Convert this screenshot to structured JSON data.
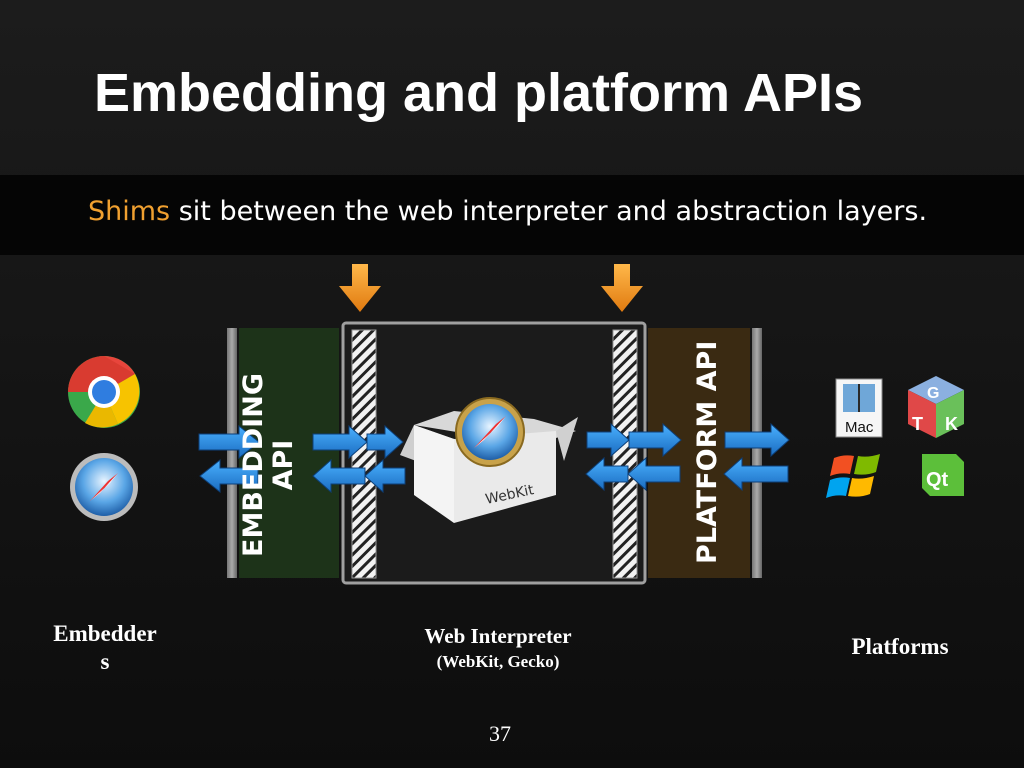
{
  "slide": {
    "title": "Embedding and platform APIs",
    "subtitle_accent": "Shims",
    "subtitle_rest": " sit between the web interpreter and abstraction layers.",
    "page_number": "37"
  },
  "diagram": {
    "embedding_api_label_line1": "EMBEDDING",
    "embedding_api_label_line2": "API",
    "platform_api_label": "PLATFORM API",
    "webkit_box_label": "WebKit",
    "platform_icons": {
      "mac_label": "Mac",
      "qt_label": "Qt",
      "gtk_letters": [
        "G",
        "T",
        "K"
      ]
    }
  },
  "captions": {
    "embedders_line1": "Embedder",
    "embedders_line2": "s",
    "interpreter_line1": "Web Interpreter",
    "interpreter_line2": "(WebKit, Gecko)",
    "platforms": "Platforms"
  },
  "colors": {
    "accent_orange": "#f0a030",
    "embedding_api_fill": "#1d3319",
    "platform_api_fill": "#3a2a12",
    "arrow_blue": "#2a8ad8"
  }
}
